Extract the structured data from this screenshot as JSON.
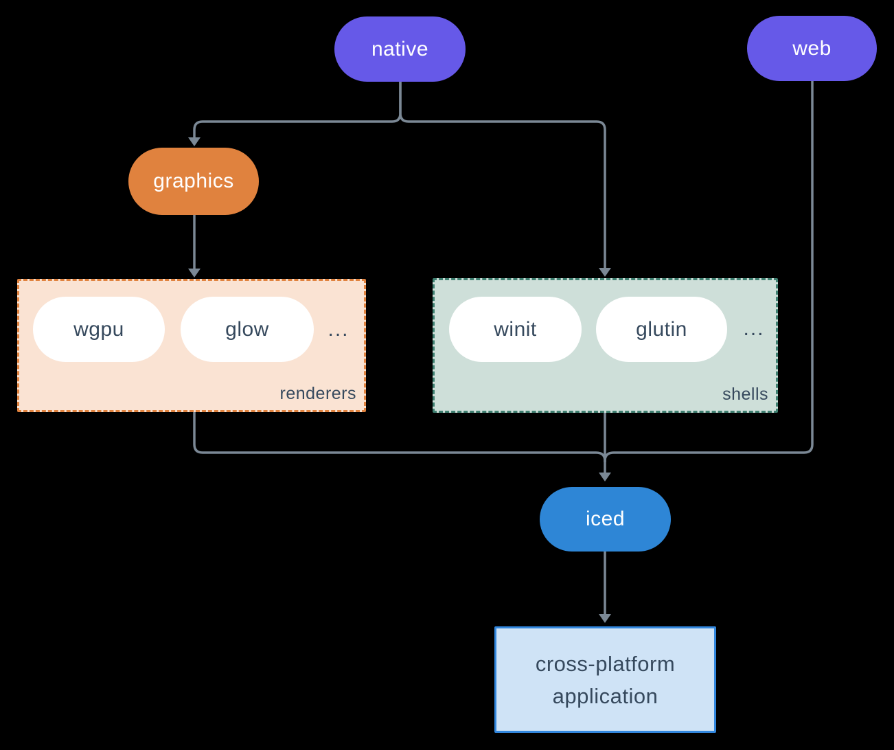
{
  "diagram": {
    "background": "#000000",
    "edge_color": "#7b8895",
    "nodes": {
      "native": {
        "label": "native",
        "color": "#6659e8"
      },
      "web": {
        "label": "web",
        "color": "#6659e8"
      },
      "graphics": {
        "label": "graphics",
        "color": "#e0823e"
      },
      "iced": {
        "label": "iced",
        "color": "#2e86d6"
      }
    },
    "groups": {
      "renderers": {
        "label": "renderers",
        "items": [
          "wgpu",
          "glow"
        ],
        "ellipsis": "...",
        "background": "#fae3d3",
        "border_color": "#e0823e"
      },
      "shells": {
        "label": "shells",
        "items": [
          "winit",
          "glutin"
        ],
        "ellipsis": "...",
        "background": "#cedfd9",
        "border_color": "#3f8071"
      }
    },
    "application": {
      "line1": "cross-platform",
      "line2": "application",
      "background": "#cfe3f6",
      "border_color": "#3287de"
    }
  }
}
